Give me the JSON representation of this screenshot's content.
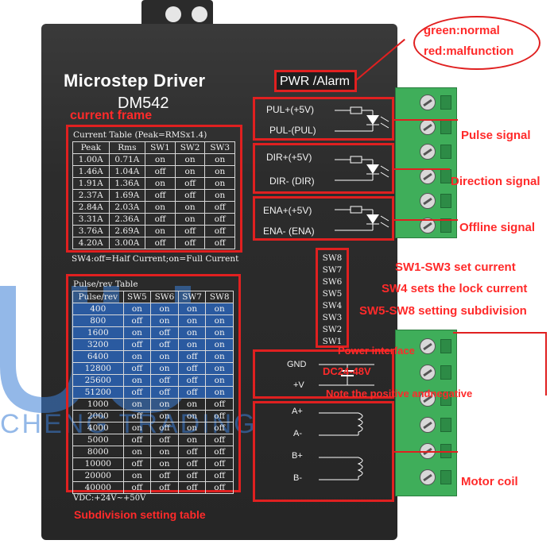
{
  "header": {
    "title": "Microstep Driver",
    "model": "DM542"
  },
  "callouts": {
    "bubble_normal": "green:normal",
    "bubble_malfunction": "red:malfunction",
    "pwr_alarm": "PWR /Alarm",
    "current_frame": "current frame",
    "pulse_signal": "Pulse signal",
    "direction_signal": "Direction signal",
    "offline_signal": "Offline signal",
    "sw1_sw3": "SW1-SW3 set current",
    "sw4": "SW4 sets the lock current",
    "sw5_sw8": "SW5-SW8 setting subdivision",
    "power_interface": "Power interface",
    "voltage": "DC24-48V",
    "polarity_note": "Note the positive andnegative",
    "motor_coil": "Motor coil",
    "subdivision_table": "Subdivision setting table"
  },
  "current_table": {
    "title": "Current Table (Peak=RMSx1.4)",
    "headers": [
      "Peak",
      "Rms",
      "SW1",
      "SW2",
      "SW3"
    ],
    "rows": [
      [
        "1.00A",
        "0.71A",
        "on",
        "on",
        "on"
      ],
      [
        "1.46A",
        "1.04A",
        "off",
        "on",
        "on"
      ],
      [
        "1.91A",
        "1.36A",
        "on",
        "off",
        "on"
      ],
      [
        "2.37A",
        "1.69A",
        "off",
        "off",
        "on"
      ],
      [
        "2.84A",
        "2.03A",
        "on",
        "on",
        "off"
      ],
      [
        "3.31A",
        "2.36A",
        "off",
        "on",
        "off"
      ],
      [
        "3.76A",
        "2.69A",
        "on",
        "off",
        "off"
      ],
      [
        "4.20A",
        "3.00A",
        "off",
        "off",
        "off"
      ]
    ],
    "footnote": "SW4:off=Half Current;on=Full Current"
  },
  "pulse_table": {
    "title": "Pulse/rev Table",
    "headers": [
      "Pulse/rev",
      "SW5",
      "SW6",
      "SW7",
      "SW8"
    ],
    "rows": [
      [
        "400",
        "on",
        "on",
        "on",
        "on"
      ],
      [
        "800",
        "off",
        "on",
        "on",
        "on"
      ],
      [
        "1600",
        "on",
        "off",
        "on",
        "on"
      ],
      [
        "3200",
        "off",
        "off",
        "on",
        "on"
      ],
      [
        "6400",
        "on",
        "on",
        "off",
        "on"
      ],
      [
        "12800",
        "off",
        "on",
        "off",
        "on"
      ],
      [
        "25600",
        "on",
        "off",
        "off",
        "on"
      ],
      [
        "51200",
        "off",
        "off",
        "off",
        "on"
      ],
      [
        "1000",
        "on",
        "on",
        "on",
        "off"
      ],
      [
        "2000",
        "off",
        "on",
        "on",
        "off"
      ],
      [
        "4000",
        "on",
        "off",
        "on",
        "off"
      ],
      [
        "5000",
        "off",
        "off",
        "on",
        "off"
      ],
      [
        "8000",
        "on",
        "on",
        "off",
        "off"
      ],
      [
        "10000",
        "off",
        "on",
        "off",
        "off"
      ],
      [
        "20000",
        "on",
        "off",
        "off",
        "off"
      ],
      [
        "40000",
        "off",
        "off",
        "off",
        "off"
      ]
    ],
    "footnote": "VDC:+24V~+50V"
  },
  "signals": {
    "pul_plus": "PUL+(+5V)",
    "pul_minus": "PUL-(PUL)",
    "dir_plus": "DIR+(+5V)",
    "dir_minus": "DIR- (DIR)",
    "ena_plus": "ENA+(+5V)",
    "ena_minus": "ENA- (ENA)"
  },
  "switches": [
    "SW8",
    "SW7",
    "SW6",
    "SW5",
    "SW4",
    "SW3",
    "SW2",
    "SW1"
  ],
  "power": {
    "gnd": "GND",
    "vplus": "+V"
  },
  "motor": {
    "a_plus": "A+",
    "a_minus": "A-",
    "b_plus": "B+",
    "b_minus": "B-"
  },
  "watermark": {
    "text": "CHENG TRADING"
  },
  "colors": {
    "accent_red": "#ff2a2a",
    "terminal_green": "#3fae5a",
    "device_body": "#2f2f2f"
  }
}
